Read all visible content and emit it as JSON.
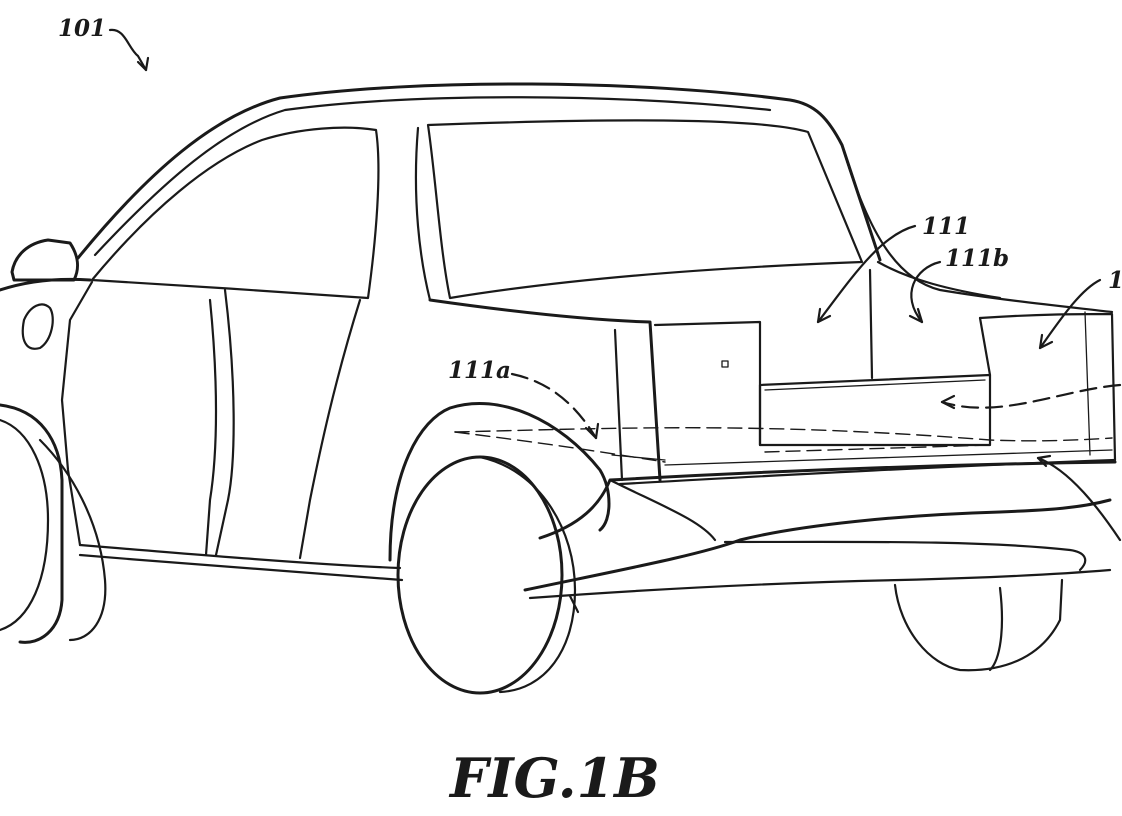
{
  "labels": {
    "vehicle": "101",
    "storage": "111",
    "storage_b": "111b",
    "storage_a": "111a",
    "edge_right": "1"
  },
  "caption": "FIG.1B",
  "ink_color": "#1a1a1a"
}
